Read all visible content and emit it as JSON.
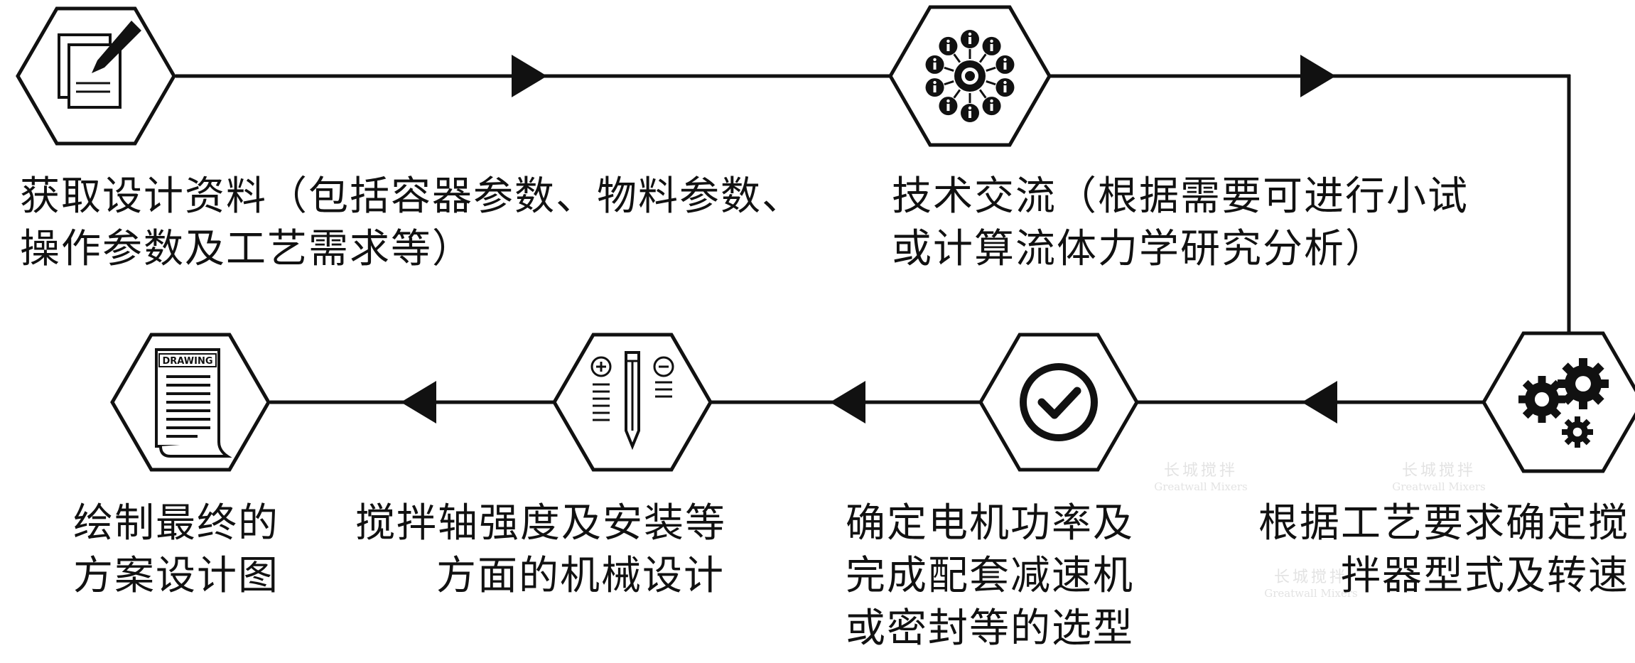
{
  "colors": {
    "stroke": "#111111",
    "background": "#ffffff",
    "watermark": "#e3e3e3"
  },
  "steps": [
    {
      "id": "step1",
      "icon": "document-pencil-icon",
      "label": [
        "获取设计资料（包括容器参数、物料参数、",
        "操作参数及工艺需求等）"
      ]
    },
    {
      "id": "step2",
      "icon": "info-network-icon",
      "label": [
        "技术交流（根据需要可进行小试",
        "或计算流体力学研究分析）"
      ]
    },
    {
      "id": "step3",
      "icon": "gears-icon",
      "label": [
        "根据工艺要求确定搅",
        "拌器型式及转速"
      ]
    },
    {
      "id": "step4",
      "icon": "checkmark-circle-icon",
      "label": [
        "确定电机功率及",
        "完成配套减速机",
        "或密封等的选型"
      ]
    },
    {
      "id": "step5",
      "icon": "pencil-plus-minus-icon",
      "label": [
        "搅拌轴强度及安装等",
        "方面的机械设计"
      ]
    },
    {
      "id": "step6",
      "icon": "drawing-document-icon",
      "icon_text": "DRAWING",
      "label": [
        "绘制最终的",
        "方案设计图"
      ]
    }
  ],
  "watermark": {
    "cn": "长城搅拌",
    "en": "Greatwall Mixers"
  }
}
